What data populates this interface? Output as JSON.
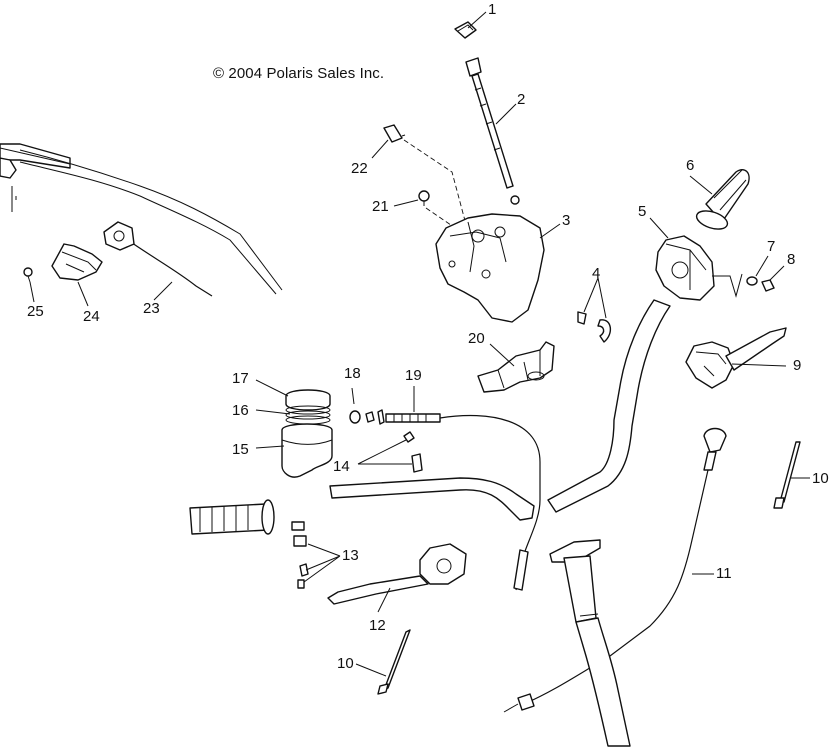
{
  "copyright": "© 2004 Polaris Sales Inc.",
  "callouts": {
    "c1": "1",
    "c2": "2",
    "c3": "3",
    "c4": "4",
    "c5": "5",
    "c6": "6",
    "c7": "7",
    "c8": "8",
    "c9": "9",
    "c10a": "10",
    "c10b": "10",
    "c11": "11",
    "c12": "12",
    "c13": "13",
    "c14": "14",
    "c15": "15",
    "c16": "16",
    "c17": "17",
    "c18": "18",
    "c19": "19",
    "c20": "20",
    "c21": "21",
    "c22": "22",
    "c23": "23",
    "c24": "24",
    "c25": "25"
  }
}
